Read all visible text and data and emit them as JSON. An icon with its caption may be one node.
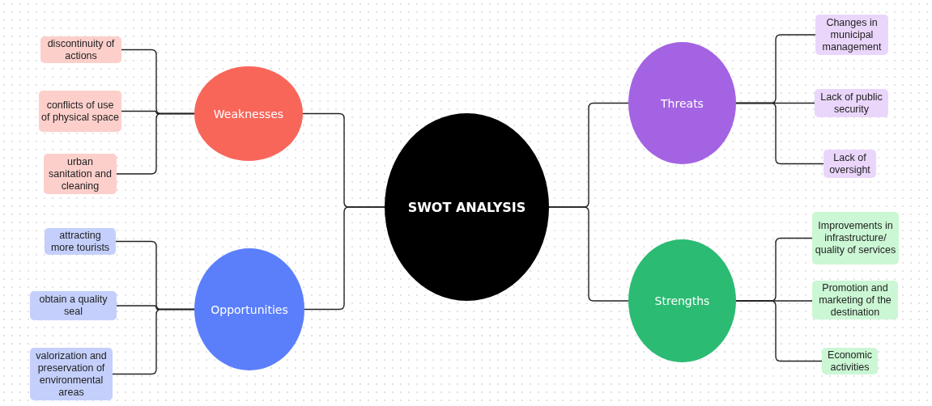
{
  "diagram": {
    "nodes": [
      {
        "text": [
          "SWOT ANALYSIS"
        ]
      },
      {
        "text": [
          "Weaknesses"
        ]
      },
      {
        "text": [
          "discontinuity of actions"
        ]
      },
      {
        "text": [
          "conflicts of use of physical space"
        ]
      },
      {
        "text": [
          "urban sanitation and cleaning"
        ]
      },
      {
        "text": [
          "Opportunities"
        ]
      },
      {
        "text": [
          "attracting more tourists"
        ]
      },
      {
        "text": [
          "obtain a quality seal"
        ]
      },
      {
        "text": [
          "valorization and preservation of environmental areas"
        ]
      },
      {
        "text": [
          "Threats"
        ]
      },
      {
        "text": [
          "Changes in municipal management"
        ]
      },
      {
        "text": [
          "Lack of public security"
        ]
      },
      {
        "text": [
          "Lack of oversight"
        ]
      },
      {
        "text": [
          "Strengths"
        ]
      },
      {
        "text": [
          "Improvements in infrastructure/ quality of services"
        ]
      },
      {
        "text": [
          "Promotion and marketing of the destination"
        ]
      },
      {
        "text": [
          "Economic activities"
        ]
      }
    ],
    "edges": [
      {
        "from": 0,
        "to": 1,
        "arrow": "none"
      },
      {
        "from": 0,
        "to": 5,
        "arrow": "none"
      },
      {
        "from": 0,
        "to": 9,
        "arrow": "none"
      },
      {
        "from": 0,
        "to": 13,
        "arrow": "none"
      },
      {
        "from": 1,
        "to": 2,
        "arrow": "none"
      },
      {
        "from": 1,
        "to": 3,
        "arrow": "none"
      },
      {
        "from": 1,
        "to": 4,
        "arrow": "none"
      },
      {
        "from": 5,
        "to": 6,
        "arrow": "none"
      },
      {
        "from": 5,
        "to": 7,
        "arrow": "none"
      },
      {
        "from": 5,
        "to": 8,
        "arrow": "none"
      },
      {
        "from": 9,
        "to": 10,
        "arrow": "none"
      },
      {
        "from": 9,
        "to": 11,
        "arrow": "none"
      },
      {
        "from": 9,
        "to": 12,
        "arrow": "none"
      },
      {
        "from": 13,
        "to": 14,
        "arrow": "none"
      },
      {
        "from": 13,
        "to": 15,
        "arrow": "none"
      },
      {
        "from": 13,
        "to": 16,
        "arrow": "none"
      }
    ]
  }
}
